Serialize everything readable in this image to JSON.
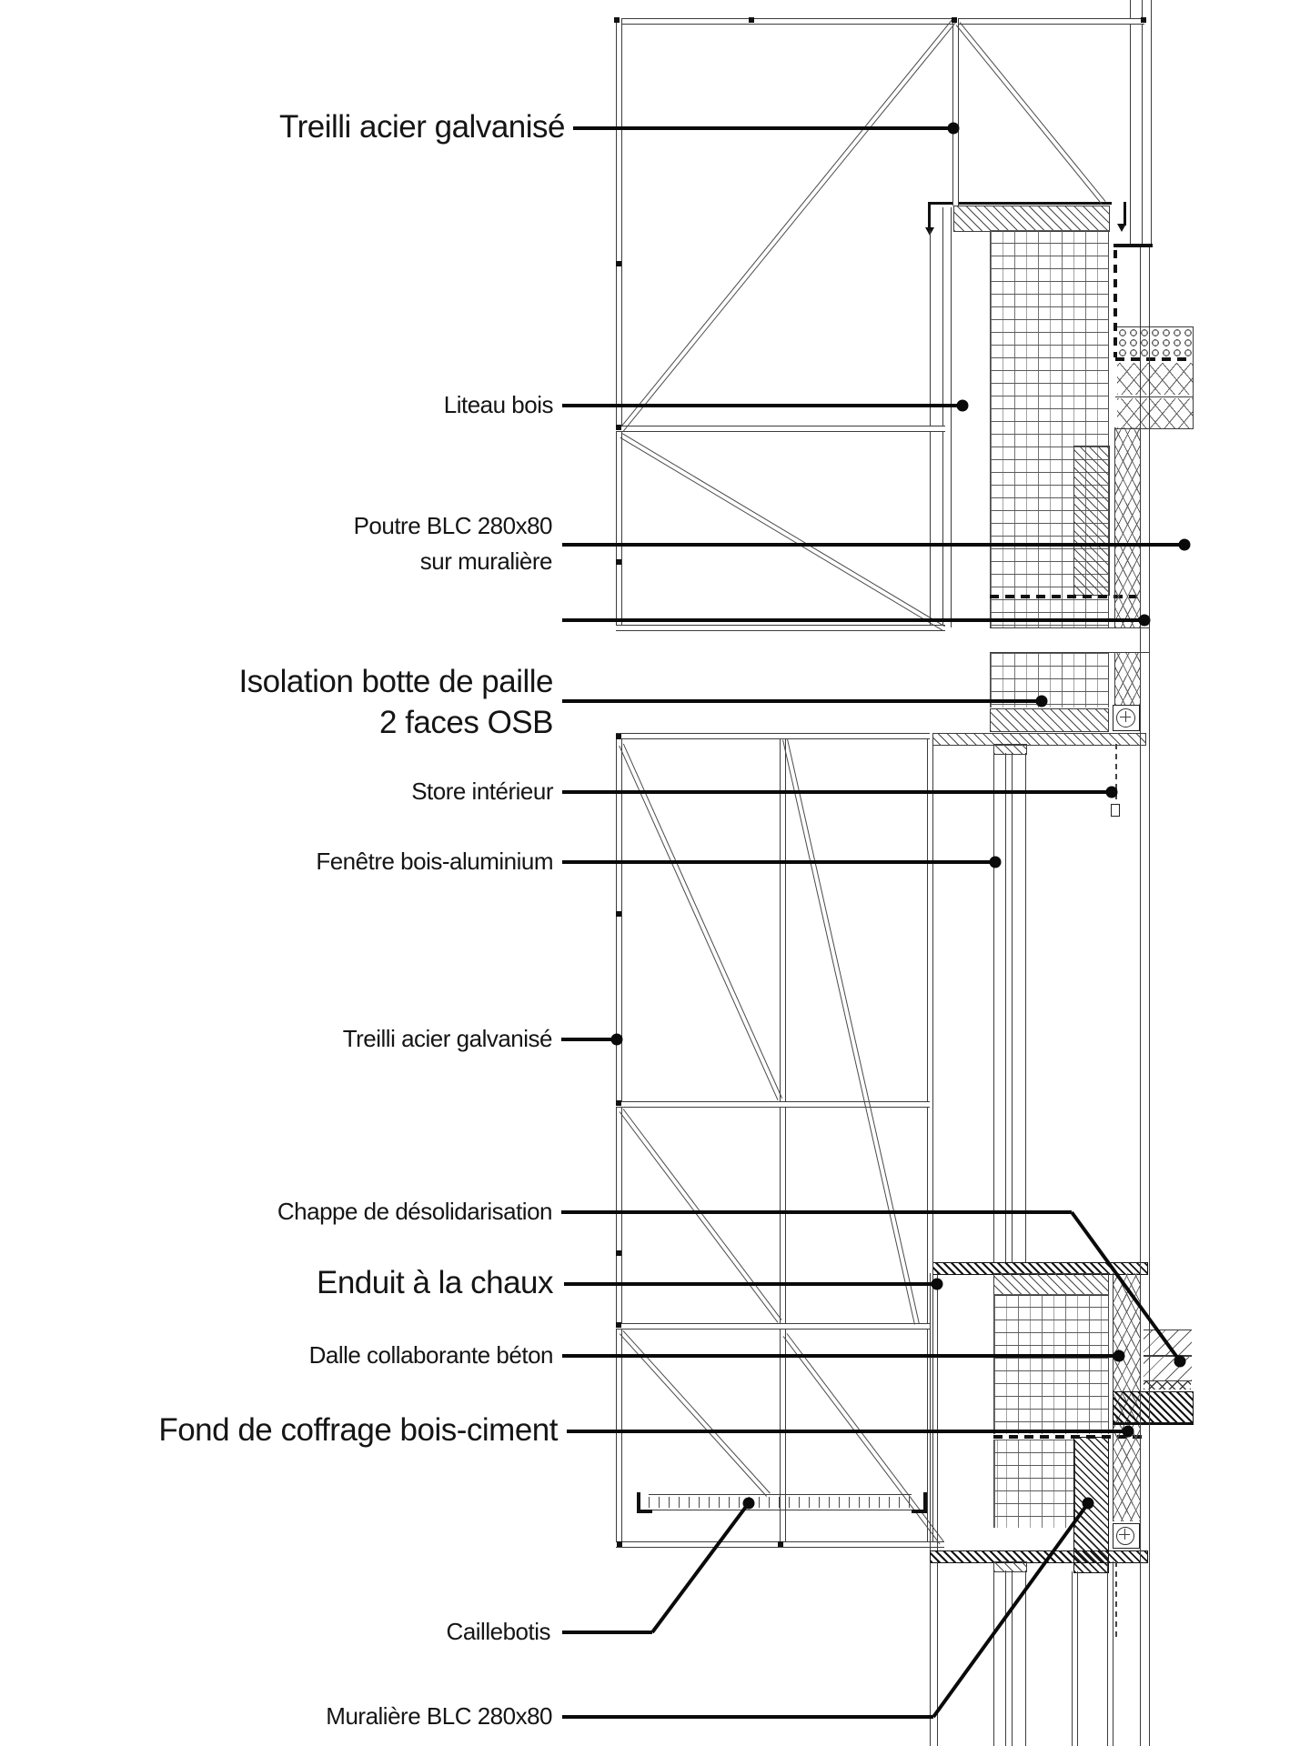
{
  "drawing": {
    "type": "architectural-section-detail",
    "background_color": "#ffffff",
    "line_color": "#3c3c3c",
    "leader_color": "#0a0a0a"
  },
  "labels": {
    "treillis_haut": "Treilli acier galvanisé",
    "liteau": "Liteau bois",
    "poutre_l1": "Poutre BLC 280x80",
    "poutre_l2": "sur  muralière",
    "isolation_l1": "Isolation botte de paille",
    "isolation_l2": "2 faces OSB",
    "store": "Store intérieur",
    "fenetre": "Fenêtre bois-aluminium",
    "treillis_bas": "Treilli acier galvanisé",
    "chappe": "Chappe de désolidarisation",
    "enduit": "Enduit à la chaux",
    "dalle": "Dalle collaborante béton",
    "fond": "Fond de coffrage bois-ciment",
    "caillebotis": "Caillebotis",
    "muraliere": "Muralière BLC 280x80"
  }
}
